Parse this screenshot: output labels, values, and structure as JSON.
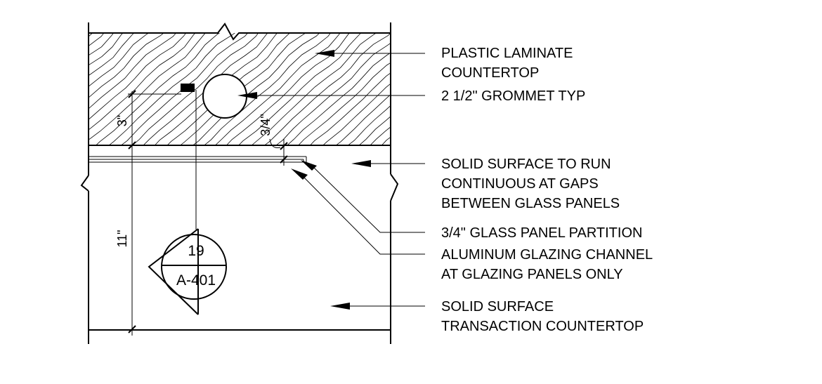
{
  "notes": {
    "laminate_line1": "PLASTIC LAMINATE",
    "laminate_line2": "COUNTERTOP",
    "grommet": "2 1/2\" GROMMET TYP",
    "solid_run_line1": "SOLID SURFACE TO RUN",
    "solid_run_line2": "CONTINUOUS AT GAPS",
    "solid_run_line3": "BETWEEN GLASS PANELS",
    "glass_panel": "3/4\" GLASS PANEL PARTITION",
    "channel_line1": "ALUMINUM GLAZING CHANNEL",
    "channel_line2": "AT GLAZING PANELS ONLY",
    "transaction_line1": "SOLID SURFACE",
    "transaction_line2": "TRANSACTION COUNTERTOP"
  },
  "dimensions": {
    "three_inch": "3\"",
    "three_quarter": "3/4\"",
    "eleven_inch": "11\""
  },
  "section_tag": {
    "detail_number": "19",
    "sheet_number": "A-401"
  }
}
